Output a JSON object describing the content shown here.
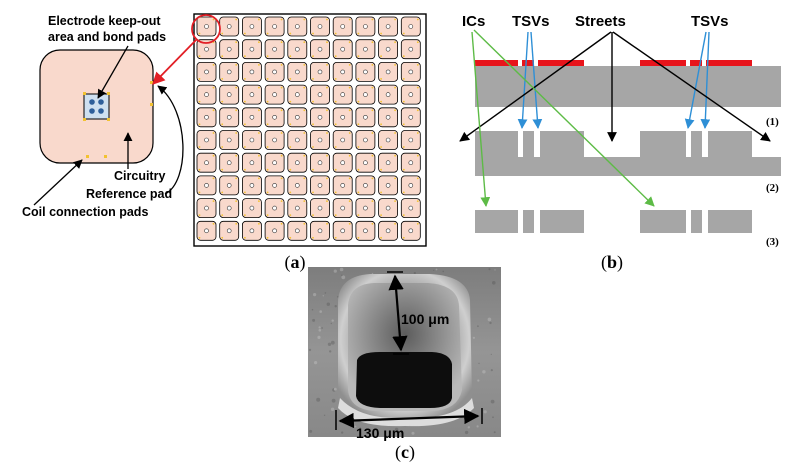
{
  "panel_a": {
    "caption_open": "(",
    "caption_letter": "a",
    "caption_close": ")",
    "label_electrode_1": "Electrode keep-out",
    "label_electrode_2": "area and bond pads",
    "label_circuitry": "Circuitry",
    "label_reference": "Reference pad",
    "label_coil": "Coil connection pads",
    "grid_rows": 10,
    "grid_cols": 10,
    "colors": {
      "chip_fill": "#f9d9cc",
      "chip_stroke": "#000000",
      "pad": "#f2c230",
      "electrode": "#2f5f9a",
      "red_arrow": "#e21f26"
    }
  },
  "panel_b": {
    "caption_open": "(",
    "caption_letter": "b",
    "caption_close": ")",
    "label_ics": "ICs",
    "label_tsvs_left": "TSVs",
    "label_streets": "Streets",
    "label_tsvs_right": "TSVs",
    "step_1": "(1)",
    "step_2": "(2)",
    "step_3": "(3)",
    "colors": {
      "wafer": "#a6a6a6",
      "metal": "#e8141b",
      "tsv_arrow": "#2e8fd6",
      "ic_arrow": "#5dbb46"
    }
  },
  "panel_c": {
    "caption_open": "(",
    "caption_letter": "c",
    "caption_close": ")",
    "depth_label": "100 μm",
    "width_label": "130 μm"
  }
}
